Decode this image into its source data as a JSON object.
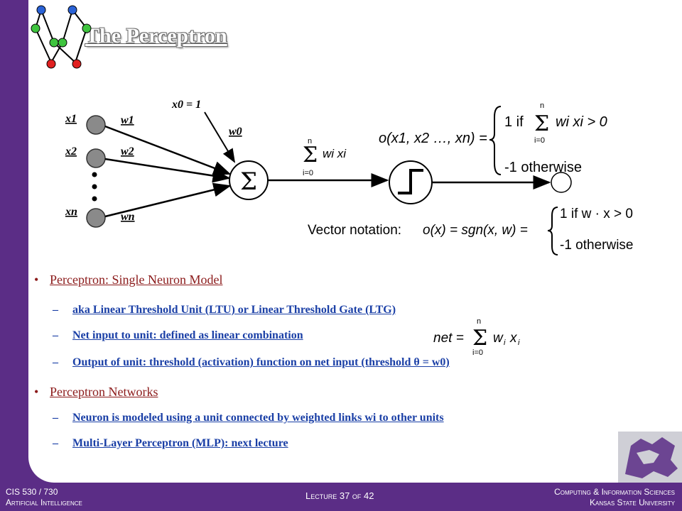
{
  "slide": {
    "title": "The Perceptron"
  },
  "diagram": {
    "inputs": [
      "x1",
      "x2",
      "xn"
    ],
    "weights": [
      "w1",
      "w2",
      "wn"
    ],
    "bias_input": "x0 = 1",
    "bias_weight": "w0",
    "sum_symbol": "Σ",
    "net_formula": {
      "top": "n",
      "sum": "Σ",
      "body": "wi xi",
      "bottom": "i=0"
    },
    "output_def": {
      "lhs": "o(x1, x2 …, xn) =",
      "case1": "1 if",
      "case1_sum_top": "n",
      "case1_sum_bottom": "i=0",
      "case1_body": "wi xi > 0",
      "case2": "-1 otherwise"
    },
    "vector_notation": {
      "label": "Vector notation:",
      "lhs": "o(x) = sgn(x, w) =",
      "case1": "1 if w · x > 0",
      "case2": "-1 otherwise"
    }
  },
  "bullets": {
    "b1": "Perceptron: Single Neuron Model",
    "b1_sub1": "aka Linear Threshold Unit (LTU) or Linear Threshold Gate (LTG)",
    "b1_sub2": "Net input to unit: defined as linear combination",
    "b1_sub2_formula": "net = Σ wi xi (i=0 to n)",
    "b1_sub3": "Output of unit: threshold (activation) function on net input (threshold θ = w0)",
    "b2": "Perceptron Networks",
    "b2_sub1": "Neuron is modeled using a unit connected by weighted links wi to other units",
    "b2_sub2": "Multi-Layer Perceptron (MLP): next lecture"
  },
  "footer": {
    "left1": "CIS 530 / 730",
    "left2": "Artificial Intelligence",
    "center": "Lecture 37 of 42",
    "right1": "Computing & Information Sciences",
    "right2": "Kansas State University"
  },
  "colors": {
    "purple": "#5b2d86",
    "bullet_red": "#8b1a1a",
    "sub_blue": "#1a3fa6"
  }
}
